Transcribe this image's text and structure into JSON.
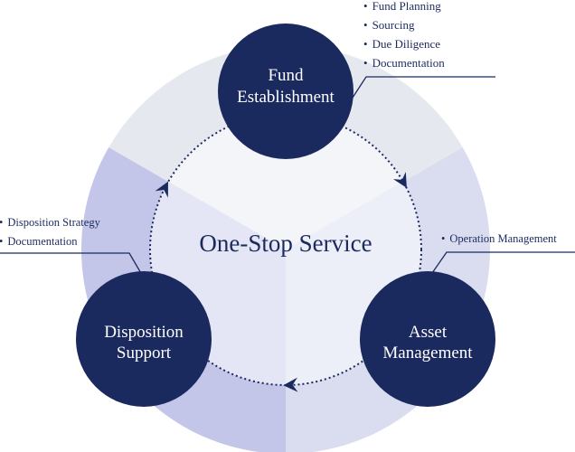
{
  "colors": {
    "navy": "#1b2a5e",
    "sector_top": "#e6e8f0",
    "sector_right": "#dadcf0",
    "sector_left": "#c3c6e8",
    "inner_top": "#f4f5f9",
    "inner_right": "#eceef8",
    "inner_left": "#e4e6f5"
  },
  "center": {
    "title": "One-Stop Service"
  },
  "nodes": [
    {
      "id": "fund",
      "lines": [
        "Fund",
        "Establishment"
      ]
    },
    {
      "id": "asset",
      "lines": [
        "Asset",
        "Management"
      ]
    },
    {
      "id": "disposition",
      "lines": [
        "Disposition",
        "Support"
      ]
    }
  ],
  "notes": {
    "fund": {
      "bullet": "•",
      "items": [
        "Fund Planning",
        "Sourcing",
        "Due Diligence",
        "Documentation"
      ]
    },
    "asset": {
      "bullet": "•",
      "items": [
        "Operation Management"
      ]
    },
    "disposition": {
      "bullet": "•",
      "items": [
        "Disposition Strategy",
        "Documentation"
      ]
    }
  }
}
